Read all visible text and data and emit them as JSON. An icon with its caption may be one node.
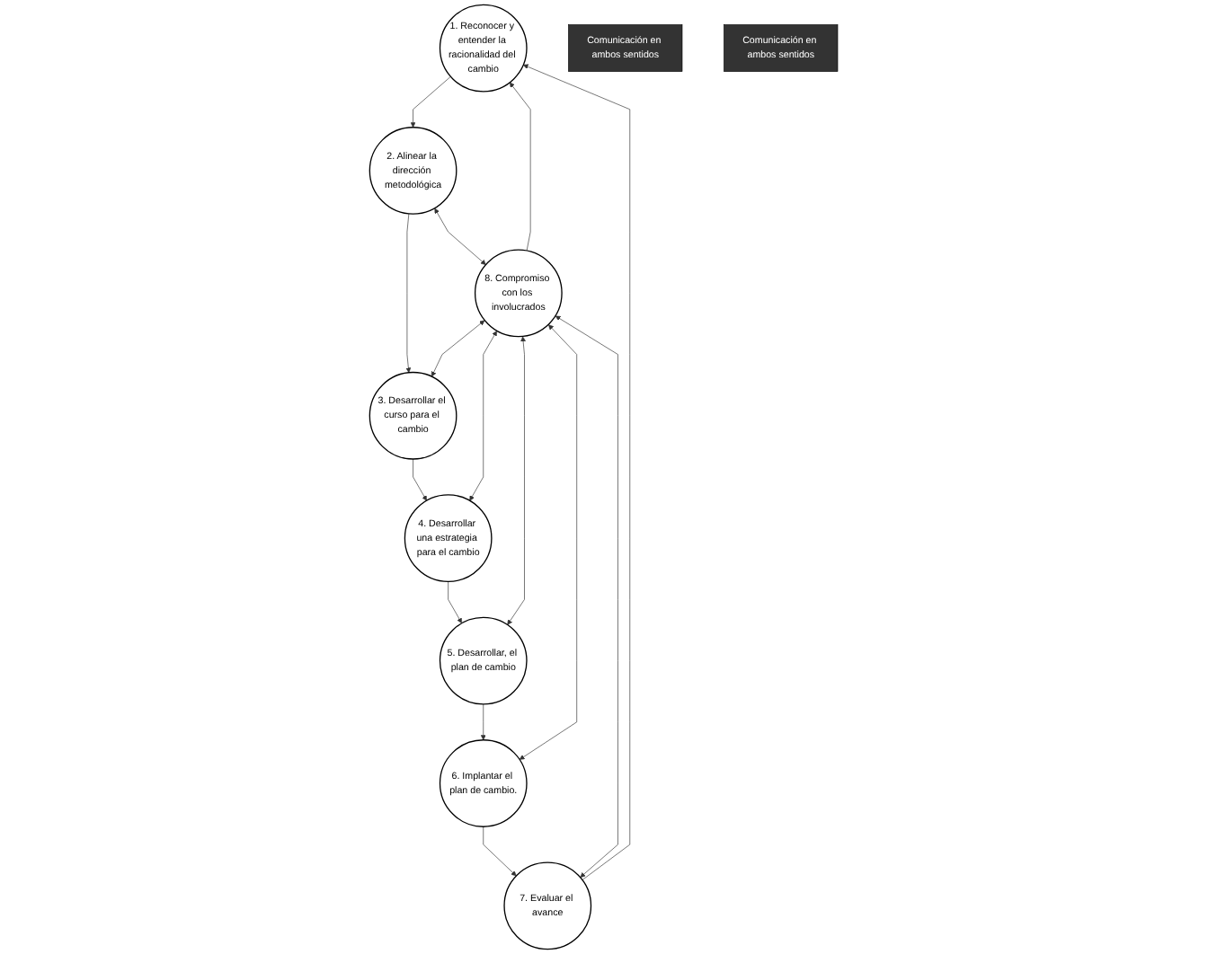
{
  "diagram": {
    "nodes": [
      {
        "text": [
          "1. Reconocer y entender la racionalidad del cambio"
        ]
      },
      {
        "text": [
          "2. Alinear la dirección metodológica"
        ]
      },
      {
        "text": [
          "3. Desarrollar el curso para el cambio"
        ]
      },
      {
        "text": [
          "4. Desarrollar una estrategia para el cambio"
        ]
      },
      {
        "text": [
          "5. Desarrollar, el plan de cambio"
        ]
      },
      {
        "text": [
          "6. Implantar el plan de cambio."
        ]
      },
      {
        "text": [
          "7. Evaluar el avance"
        ]
      },
      {
        "text": [
          "8. Compromiso con los involucrados"
        ]
      },
      {
        "text": [
          "Comunicación en ambos sentidos"
        ]
      },
      {
        "text": [
          "Comunicación en ambos sentidos"
        ]
      }
    ],
    "edges": [
      {
        "from": 0,
        "to": 1,
        "arrow": "to"
      },
      {
        "from": 1,
        "to": 2,
        "arrow": "to"
      },
      {
        "from": 2,
        "to": 3,
        "arrow": "to"
      },
      {
        "from": 3,
        "to": 4,
        "arrow": "to"
      },
      {
        "from": 4,
        "to": 5,
        "arrow": "to"
      },
      {
        "from": 5,
        "to": 6,
        "arrow": "to"
      },
      {
        "from": 6,
        "to": 0,
        "arrow": "to"
      },
      {
        "from": 7,
        "to": 0,
        "arrow": "to"
      },
      {
        "from": 7,
        "to": 1,
        "arrow": "both"
      },
      {
        "from": 7,
        "to": 2,
        "arrow": "both"
      },
      {
        "from": 7,
        "to": 3,
        "arrow": "both"
      },
      {
        "from": 7,
        "to": 4,
        "arrow": "both"
      },
      {
        "from": 7,
        "to": 5,
        "arrow": "both"
      },
      {
        "from": 7,
        "to": 6,
        "arrow": "both"
      }
    ]
  }
}
